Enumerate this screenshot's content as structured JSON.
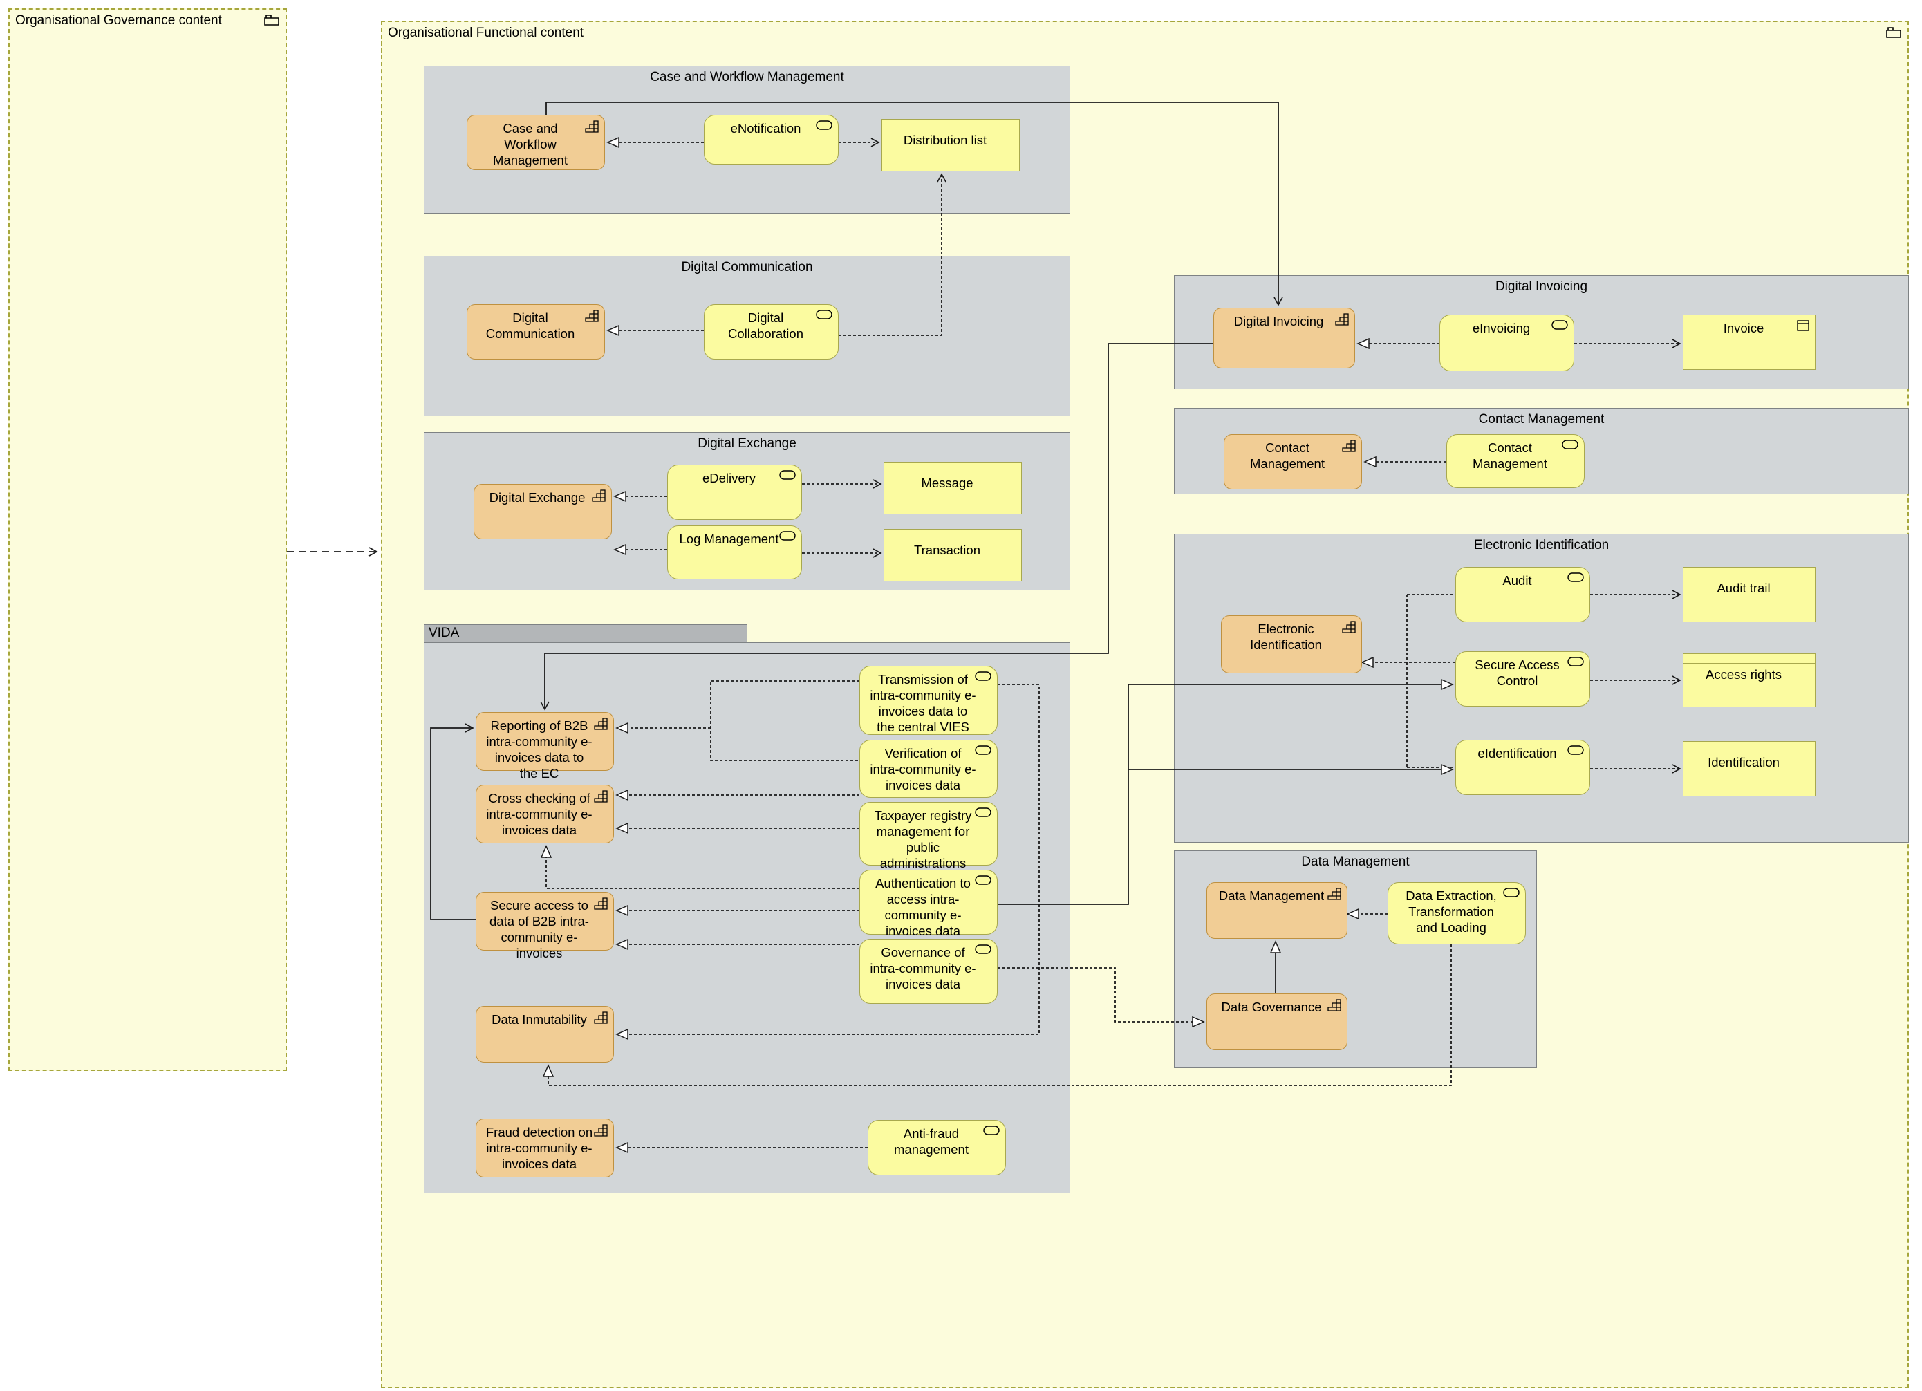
{
  "colors": {
    "page_bg": "#FFFFFF",
    "container_fill": "#FCFCDC",
    "container_border": "#A6A63C",
    "group_fill": "#D2D6D8",
    "group_border": "#7E8284",
    "function_fill": "#F1CD95",
    "function_border": "#BF9140",
    "service_fill": "#FBFBA0",
    "service_border": "#A8A84E",
    "line": "#1A1A1A"
  },
  "containers": {
    "governance": {
      "title": "Organisational Governance content"
    },
    "functional": {
      "title": "Organisational Functional content"
    }
  },
  "group_titles": {
    "case_workflow": "Case and Workflow Management",
    "digital_communication": "Digital Communication",
    "digital_exchange": "Digital Exchange",
    "vida": "VIDA",
    "digital_invoicing": "Digital Invoicing",
    "contact_management": "Contact Management",
    "electronic_identification": "Electronic Identification",
    "data_management": "Data Management"
  },
  "nodes": {
    "f_case": "Case and Workflow Management",
    "s_enotif": "eNotification",
    "o_dist": "Distribution list",
    "f_comm": "Digital Communication",
    "s_collab": "Digital Collaboration",
    "f_exch": "Digital Exchange",
    "s_edeliv": "eDelivery",
    "s_logmgmt": "Log Management",
    "o_msg": "Message",
    "o_trx": "Transaction",
    "f_report": "Reporting of B2B intra-community e-invoices data to the EC",
    "f_cross": "Cross checking of intra-community e-invoices data",
    "f_secure": "Secure access to data of B2B intra-community e-invoices",
    "f_immut": "Data Inmutability",
    "f_fraud": "Fraud detection on intra-community e-invoices data",
    "s_trans": "Transmission of intra-community e-invoices data to the central VIES",
    "s_verif": "Verification of intra-community e-invoices data",
    "s_tax": "Taxpayer registry management for public administrations",
    "s_auth": "Authentication to access intra-community e-invoices data",
    "s_govinv": "Governance of intra-community e-invoices data",
    "s_antifraud": "Anti-fraud management",
    "f_dinv": "Digital Invoicing",
    "s_einv": "eInvoicing",
    "o_invoice": "Invoice",
    "f_contact": "Contact Management",
    "s_contact": "Contact Management",
    "f_eid": "Electronic Identification",
    "s_audit": "Audit",
    "s_sac": "Secure Access Control",
    "s_eident": "eIdentification",
    "o_audittrail": "Audit trail",
    "o_access": "Access rights",
    "o_ident": "Identification",
    "f_dmgmt": "Data Management",
    "s_detl": "Data Extraction, Transformation and Loading",
    "f_dgov": "Data Governance"
  }
}
